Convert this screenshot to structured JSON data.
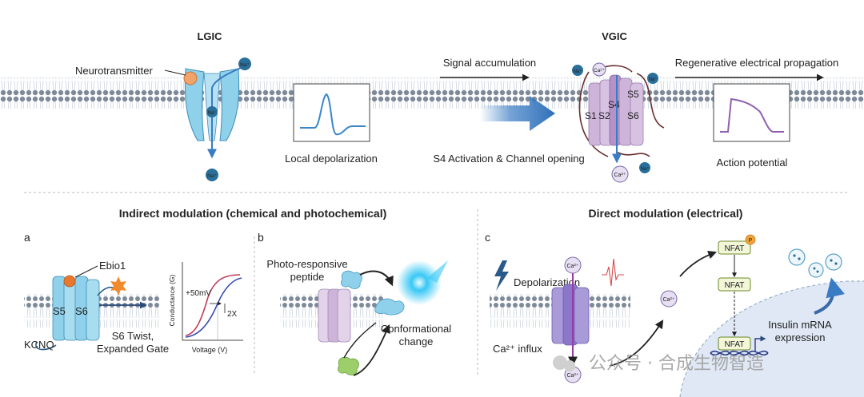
{
  "top": {
    "lgic_title": "LGIC",
    "vgic_title": "VGIC",
    "neurotransmitter": "Neurotransmitter",
    "local_depolarization": "Local depolarization",
    "signal_accumulation": "Signal accumulation",
    "s4_activation": "S4 Activation & Channel opening",
    "regenerative": "Regenerative electrical propagation",
    "action_potential": "Action potential",
    "segments": {
      "s1": "S1",
      "s2": "S2",
      "s4": "S4",
      "s5": "S5",
      "s6": "S6"
    },
    "ions": {
      "na": "Na⁺",
      "ca": "Ca²⁺"
    }
  },
  "sections": {
    "indirect_title": "Indirect modulation (chemical and photochemical)",
    "direct_title": "Direct modulation (electrical)"
  },
  "panel_a": {
    "letter": "a",
    "ebio1": "Ebio1",
    "s5": "S5",
    "s6": "S6",
    "kcnq": "KCNQ",
    "twist_line1": "S6 Twist,",
    "twist_line2": "Expanded Gate",
    "ylabel": "Conductance (G)",
    "xlabel": "Voltage (V)",
    "shift": "+50mV",
    "fold": "2X"
  },
  "panel_b": {
    "letter": "b",
    "peptide_line1": "Photo-responsive",
    "peptide_line2": "peptide",
    "conf_line1": "Conformational",
    "conf_line2": "change"
  },
  "panel_c": {
    "letter": "c",
    "depolarization": "Depolarization",
    "ca_influx": "Ca²⁺ influx",
    "ca": "Ca²⁺",
    "nfat": "NFAT",
    "p": "P",
    "insulin_line1": "Insulin mRNA",
    "insulin_line2": "expression"
  },
  "watermark": "公众号 · 合成生物智造",
  "colors": {
    "membrane_head": "#7e8a98",
    "membrane_tail": "#c9d2dc",
    "channel_blue": "#8fd0ea",
    "channel_purple": "#cdb4d8",
    "arrow_blue": "#3a7cc4",
    "ion_teal": "#2a6f9a",
    "trace_blue": "#3a86c8",
    "trace_purple": "#8e5fb0",
    "nucleus": "#dfe8f4"
  }
}
